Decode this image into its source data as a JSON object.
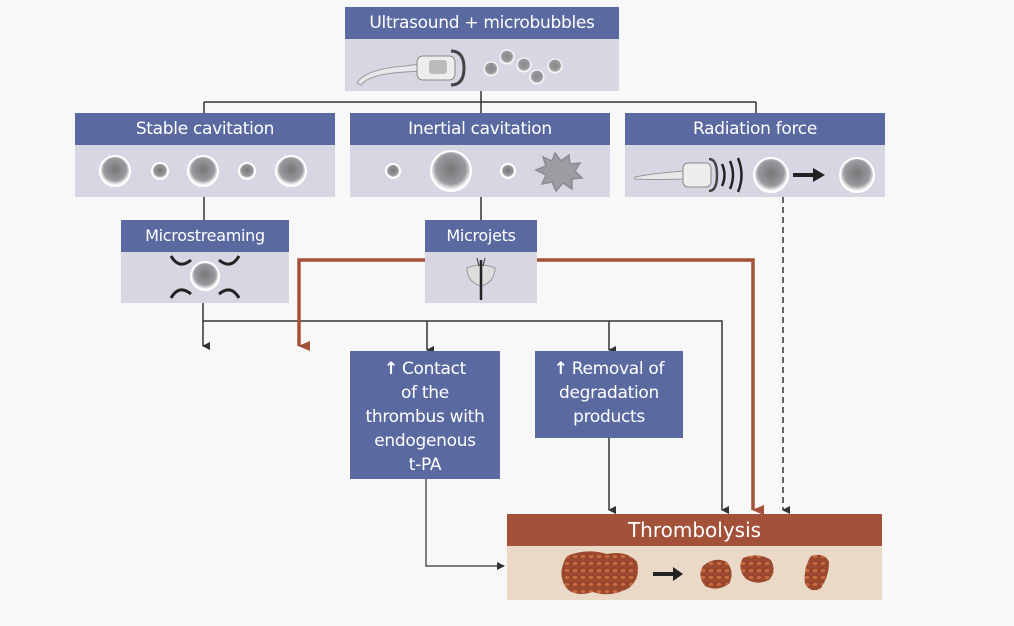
{
  "nodes": {
    "ultrasound": {
      "label": "Ultrasound + microbubbles"
    },
    "stable": {
      "label": "Stable cavitation"
    },
    "inertial": {
      "label": "Inertial cavitation"
    },
    "radiation": {
      "label": "Radiation force"
    },
    "microstreaming": {
      "label": "Microstreaming"
    },
    "microjets": {
      "label": "Microjets"
    },
    "contact": {
      "arrow": "↑",
      "label": "Contact of the thrombus with endogenous t-PA",
      "lines": [
        "Contact",
        "of the",
        "thrombus with",
        "endogenous",
        "t-PA"
      ]
    },
    "removal": {
      "arrow": "↑",
      "label": "Removal of degradation products",
      "lines": [
        "Removal of",
        "degradation",
        "products"
      ]
    },
    "thrombolysis": {
      "label": "Thrombolysis"
    }
  },
  "colors": {
    "header_blue": "#5a6aa0",
    "panel_gray": "#d6d7e3",
    "thrombolysis_red": "#a4513a",
    "thrombolysis_bg": "#ead9c6",
    "connector_dark": "#333333",
    "connector_red": "#a4513a"
  },
  "icons": {
    "ultrasound": [
      "ultrasound-probe-icon",
      "microbubbles-cluster-icon"
    ],
    "stable": [
      "bubble-large",
      "bubble-small",
      "bubble-large",
      "bubble-small",
      "bubble-large"
    ],
    "inertial": [
      "bubble-small",
      "bubble-large",
      "bubble-small",
      "bubble-burst"
    ],
    "radiation": [
      "ultrasound-probe-icon",
      "sound-wave-icon",
      "bubble-large",
      "arrow-right-icon",
      "bubble-large"
    ],
    "microstreaming": [
      "streaming-bubble-icon"
    ],
    "microjets": [
      "microjet-bubble-icon"
    ],
    "thrombolysis": [
      "clot-large-icon",
      "arrow-right-icon",
      "clot-fragment-icon",
      "clot-fragment-icon",
      "clot-fragment-icon"
    ]
  }
}
